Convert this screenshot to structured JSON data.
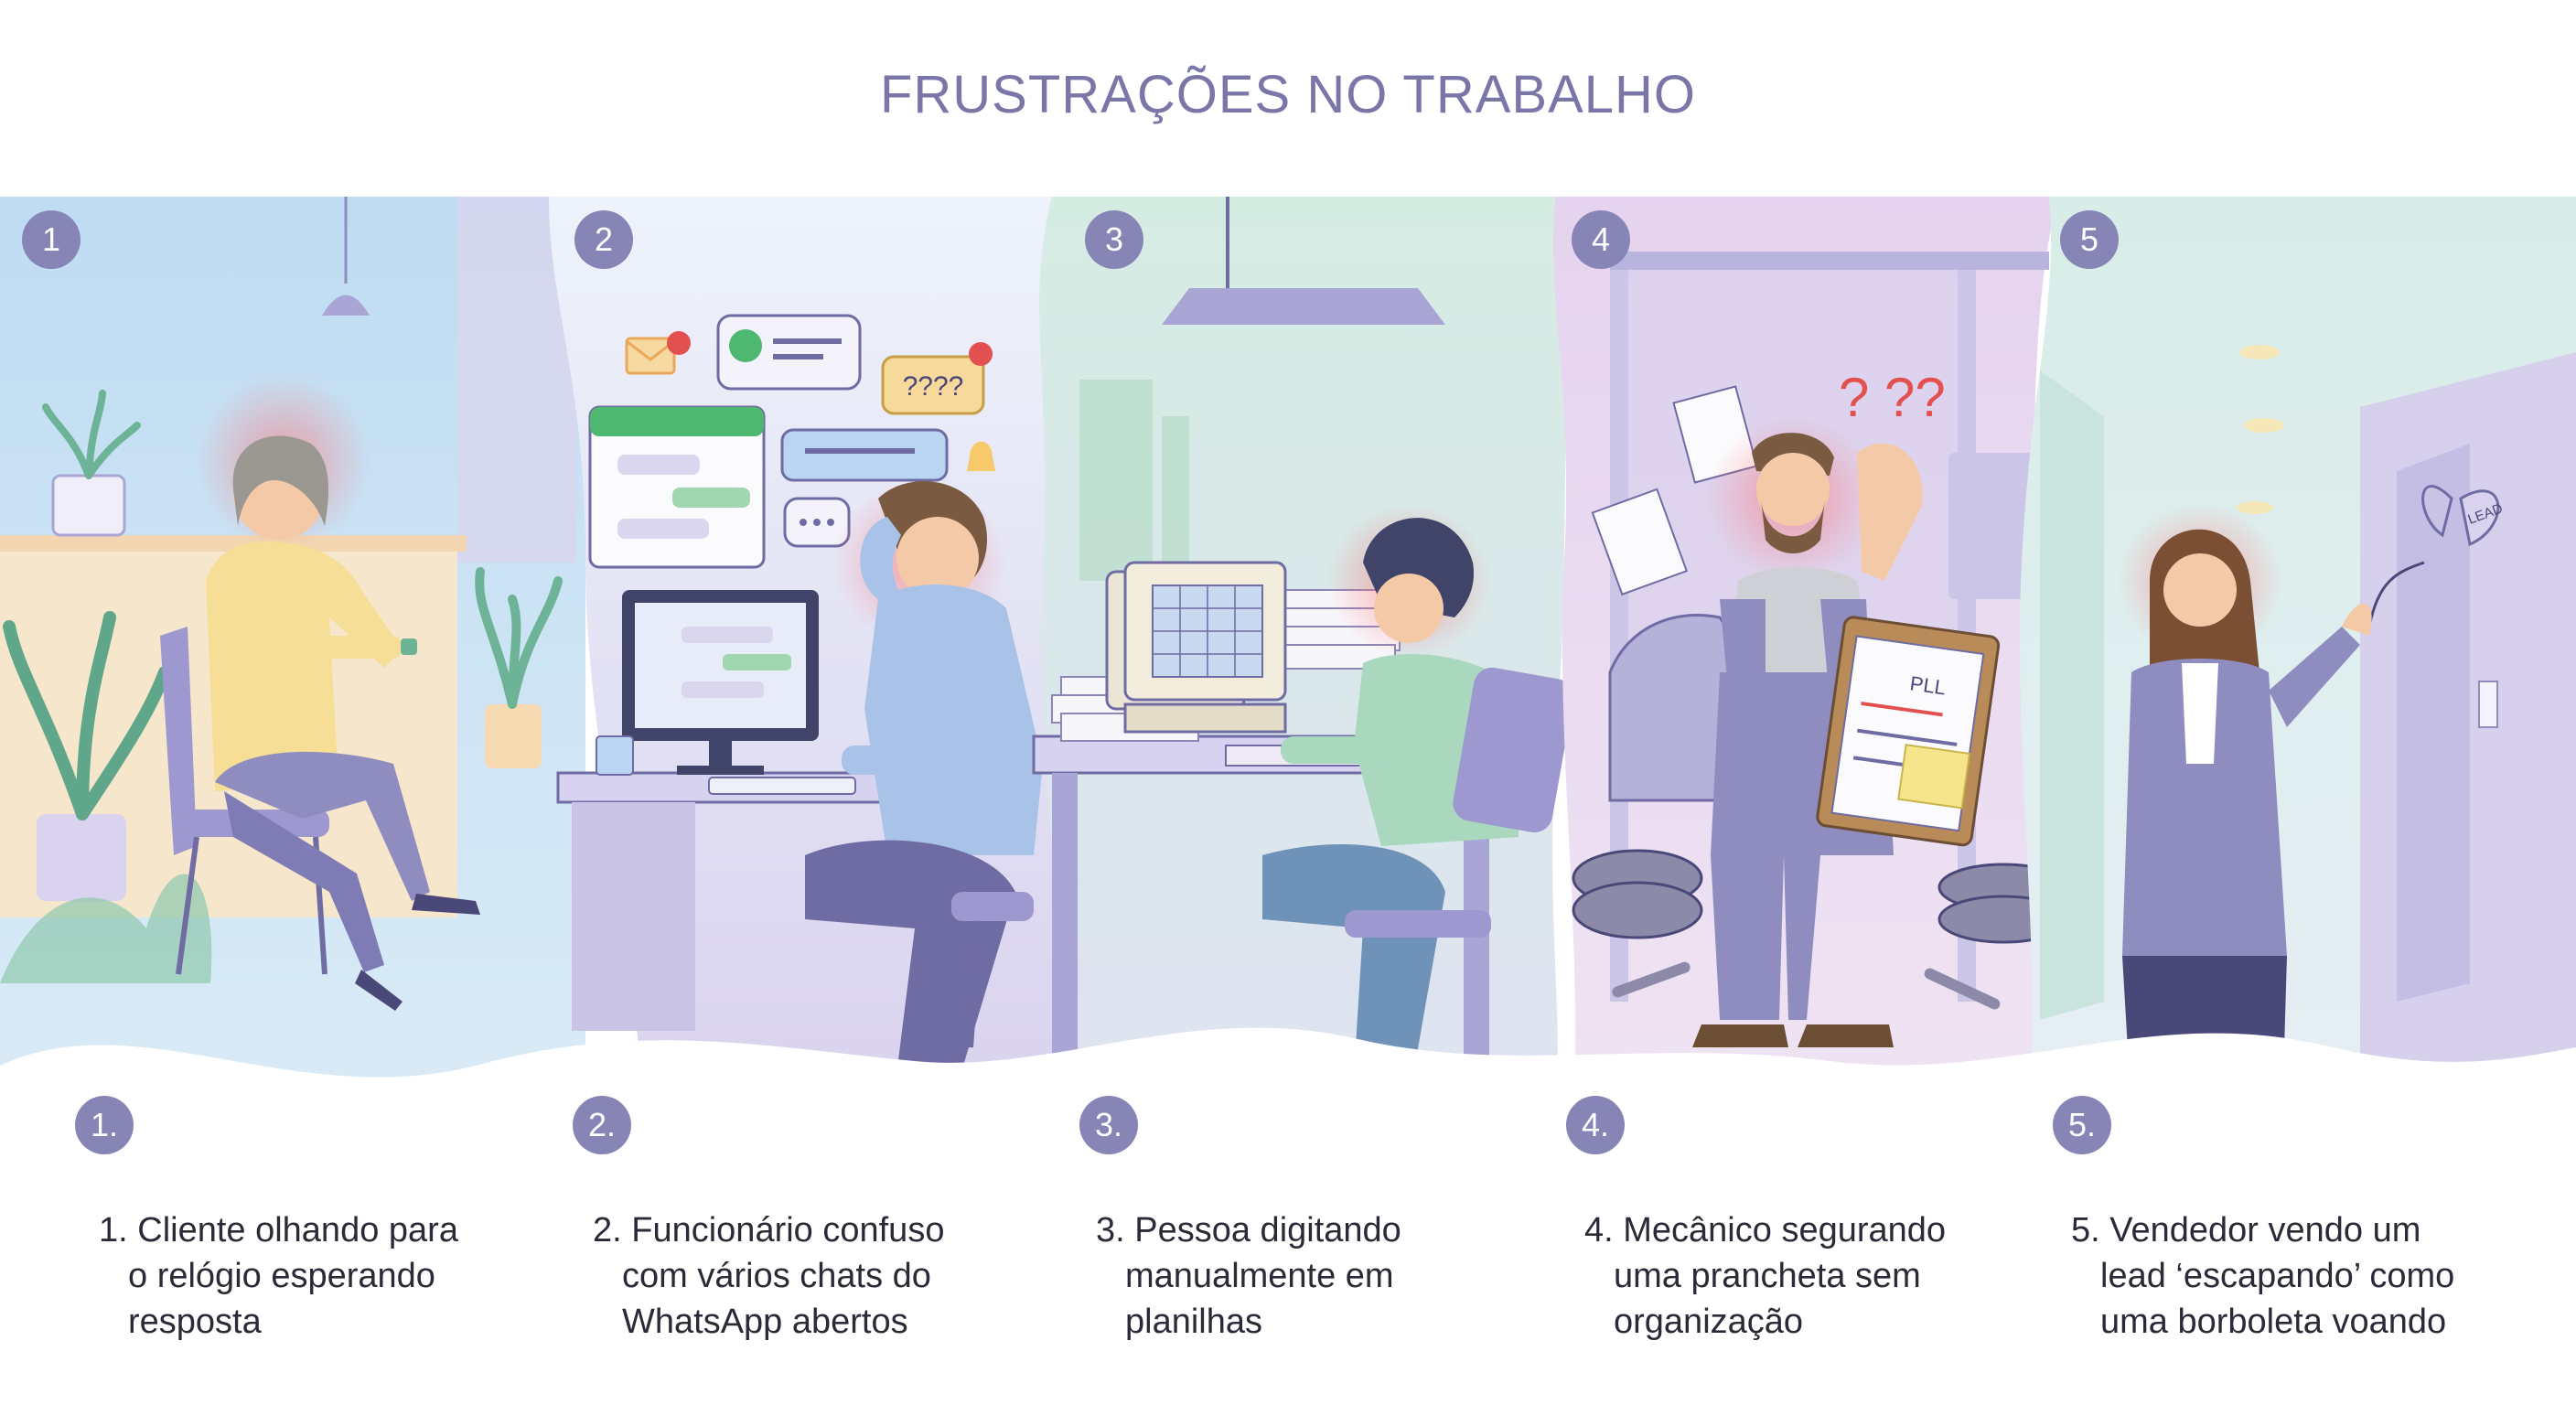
{
  "title": "FRUSTRAÇÕES NO TRABALHO",
  "colors": {
    "title": "#7a77a8",
    "badge": "#8784b6",
    "panel_blue": "#cfe4f5",
    "panel_lavender": "#ddd6ef",
    "panel_mint": "#d6ede4",
    "panel_purple": "#e2d4ee",
    "accent_outfit": "#8f8cc0",
    "stress_glow": "#ff6b6b"
  },
  "panels": [
    {
      "top_badge": "1",
      "bottom_badge": "1.",
      "caption_lines": [
        "1. Cliente olhando para",
        "o relógio esperando",
        "resposta"
      ]
    },
    {
      "top_badge": "2",
      "bottom_badge": "2.",
      "caption_lines": [
        "2. Funcionário confuso",
        "com vários chats do",
        "WhatsApp abertos"
      ],
      "bubble_text": "????"
    },
    {
      "top_badge": "3",
      "bottom_badge": "3.",
      "caption_lines": [
        "3. Pessoa digitando",
        "manualmente em",
        "planilhas"
      ]
    },
    {
      "top_badge": "4",
      "bottom_badge": "4.",
      "caption_lines": [
        "4. Mecânico segurando",
        "uma prancheta sem",
        "organização"
      ],
      "question_marks": "? ??",
      "clipboard_label": "PLL"
    },
    {
      "top_badge": "5",
      "bottom_badge": "5.",
      "caption_lines": [
        "5. Vendedor vendo um",
        "lead ‘escapando’ como",
        "uma borboleta voando"
      ],
      "butterfly_label": "LEAD"
    }
  ]
}
